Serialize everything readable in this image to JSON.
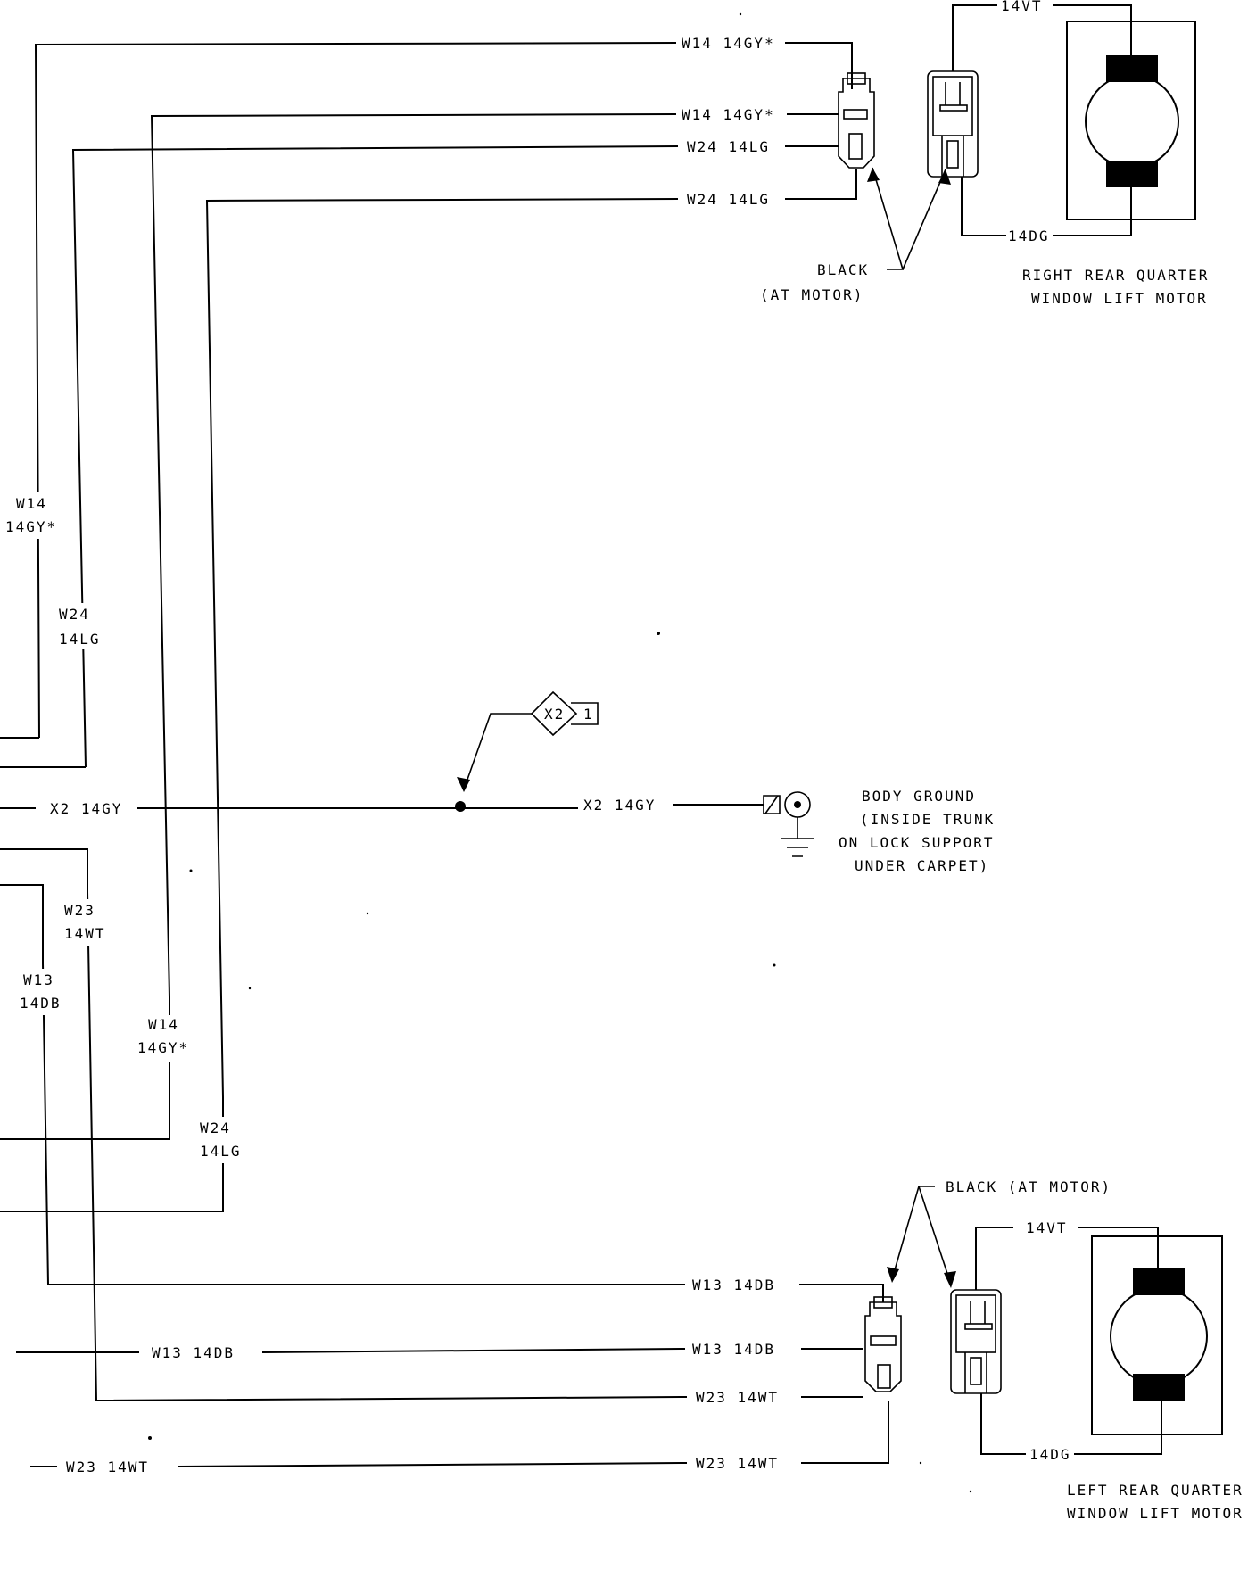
{
  "wire_labels": {
    "top_w14_a": "W14 14GY*",
    "top_w14_b": "W14 14GY*",
    "top_w24_a": "W24 14LG",
    "top_w24_b": "W24 14LG",
    "right_14vt": "14VT",
    "right_14dg": "14DG",
    "left_w14_code": "W14",
    "left_w14_color": "14GY*",
    "left_w24_code": "W24",
    "left_w24_color": "14LG",
    "x2_left": "X2 14GY",
    "x2_right": "X2 14GY",
    "left_w23_code": "W23",
    "left_w23_color": "14WT",
    "left_w13_code": "W13",
    "left_w13_color": "14DB",
    "mid_w14_code": "W14",
    "mid_w14_color": "14GY*",
    "mid_w24_code": "W24",
    "mid_w24_color": "14LG",
    "bot_w13_a": "W13 14DB",
    "bot_w13_left": "W13 14DB",
    "bot_w13_b": "W13 14DB",
    "bot_w23_a": "W23 14WT",
    "bot_w23_left": "W23 14WT",
    "bot_w23_b": "W23 14WT",
    "left_14vt": "14VT",
    "left_14dg": "14DG"
  },
  "splice": {
    "id": "X2",
    "tag": "1"
  },
  "right_motor": {
    "connector_note_1": "BLACK",
    "connector_note_2": "(AT MOTOR)",
    "title_1": "RIGHT REAR QUARTER",
    "title_2": "WINDOW LIFT MOTOR"
  },
  "left_motor": {
    "connector_note": "BLACK (AT MOTOR)",
    "title_1": "LEFT REAR QUARTER",
    "title_2": "WINDOW LIFT MOTOR"
  },
  "ground": {
    "line_1": "BODY GROUND",
    "line_2": "(INSIDE TRUNK",
    "line_3": "ON LOCK SUPPORT",
    "line_4": "UNDER CARPET)"
  }
}
